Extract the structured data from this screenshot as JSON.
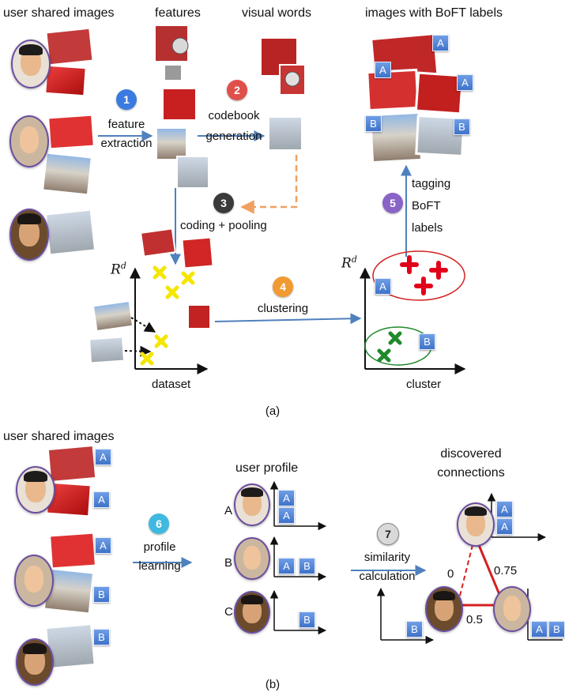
{
  "panel_a": {
    "caption": "(a)",
    "user_shared_images": "user shared images",
    "features": "features",
    "visual_words": "visual words",
    "images_with_boft_labels": "images with BoFT labels",
    "feature_label": "feature",
    "extraction_label": "extraction",
    "codebook_label": "codebook",
    "generation_label": "generation",
    "coding_pooling": "coding + pooling",
    "clustering": "clustering",
    "tagging": "tagging",
    "boft": "BoFT",
    "labels": "labels",
    "rd_left": "R",
    "rd_right": "R",
    "rd_sup": "d",
    "dataset": "dataset",
    "cluster": "cluster",
    "steps": [
      "1",
      "2",
      "3",
      "4",
      "5"
    ],
    "tag_A": "A",
    "tag_B": "B"
  },
  "panel_b": {
    "caption": "(b)",
    "user_shared_images": "user shared images",
    "user_profile": "user profile",
    "discovered": "discovered",
    "connections": "connections",
    "profile": "profile",
    "learning": "learning",
    "similarity": "similarity",
    "calculation": "calculation",
    "steps": [
      "6",
      "7"
    ],
    "row_A": "A",
    "row_B": "B",
    "row_C": "C",
    "edge_0": "0",
    "edge_075": "0.75",
    "edge_05": "0.5",
    "tag_A": "A",
    "tag_B": "B"
  },
  "colors": {
    "step1": "#3b7be0",
    "step2": "#e0504a",
    "step3": "#3a3a3a",
    "step4": "#f19a32",
    "step5": "#8a63c7",
    "step6": "#3fb9e0",
    "step7": "#d9d9d9",
    "arrow_blue": "#4f81bd",
    "arrow_orange": "#f0a060",
    "cross_yellow": "#f5e600",
    "cross_red": "#e2001a",
    "cross_green": "#1f8a2c",
    "edge_red": "#d42020"
  }
}
